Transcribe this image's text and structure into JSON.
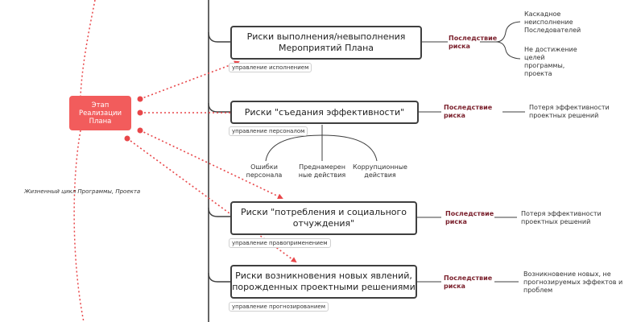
{
  "stage": {
    "label_lines": [
      "Этап",
      "Реализации",
      "Плана"
    ]
  },
  "lifecycle_label": "Жизненный цикл Программы, Проекта",
  "risks": [
    {
      "title_lines": [
        "Риски выполнения/невыполнения",
        "Мероприятий Плана"
      ],
      "tag": "управление исполнением",
      "consequence_lines": [
        "Последствие",
        "риска"
      ],
      "effects": [
        {
          "lines": [
            "Каскадное",
            "неисполнение",
            "Последователей"
          ]
        },
        {
          "lines": [
            "Не достижение",
            "целей",
            "программы,",
            "проекта"
          ]
        }
      ]
    },
    {
      "title_lines": [
        "Риски \"съедания эффективности\""
      ],
      "tag": "управление персоналом",
      "consequence_lines": [
        "Последствие",
        "риска"
      ],
      "effects": [
        {
          "lines": [
            "Потеря эффективности",
            "проектных решений"
          ]
        }
      ],
      "subtopics": [
        {
          "lines": [
            "Ошибки",
            "персонала"
          ]
        },
        {
          "lines": [
            "Преднамерен",
            "ные действия"
          ]
        },
        {
          "lines": [
            "Коррупционные",
            "действия"
          ]
        }
      ]
    },
    {
      "title_lines": [
        "Риски \"потребления и социального",
        "отчуждения\""
      ],
      "tag": "управление правоприменением",
      "consequence_lines": [
        "Последствие",
        "риска"
      ],
      "effects": [
        {
          "lines": [
            "Потеря эффективности",
            "проектных решений"
          ]
        }
      ]
    },
    {
      "title_lines": [
        "Риски возникновения новых явлений,",
        "порожденных проектными решениями"
      ],
      "tag": "управление прогнозированием",
      "consequence_lines": [
        "Последствие",
        "риска"
      ],
      "effects": [
        {
          "lines": [
            "Возникновение новых, не",
            "прогнозируемых эффектов и",
            "проблем"
          ]
        }
      ]
    }
  ],
  "colors": {
    "accent": "#f25c5c",
    "arrow": "#e8474a",
    "consequence": "#7a1f2b",
    "line": "#3f3f3f"
  }
}
